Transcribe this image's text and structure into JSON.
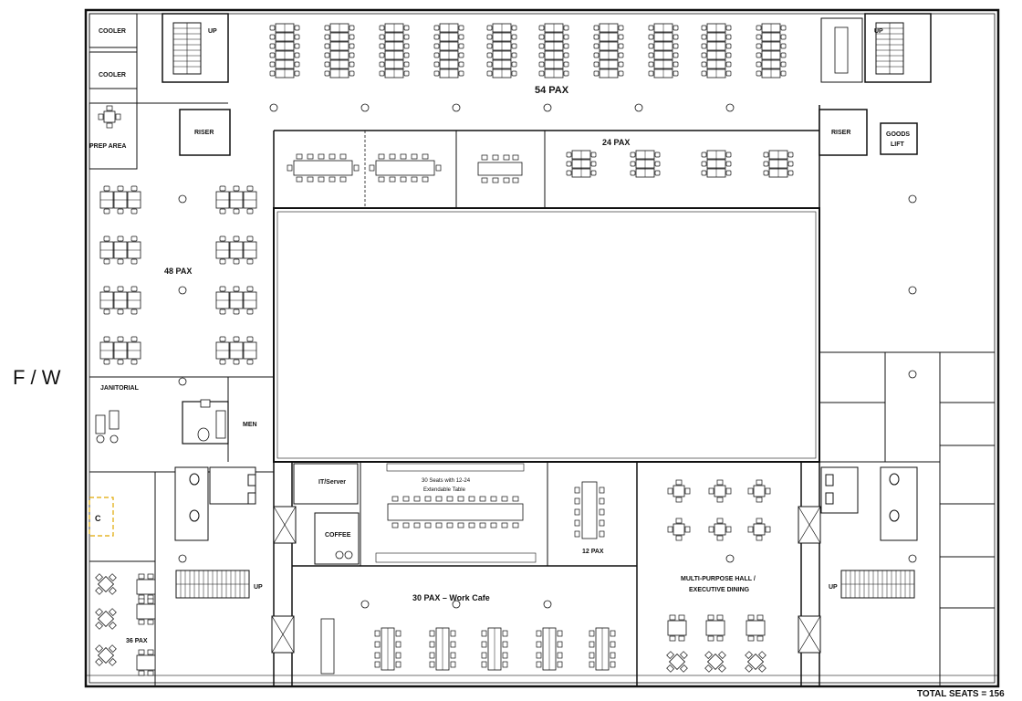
{
  "side_label": "F / W",
  "total_seats": "TOTAL SEATS = 156",
  "rooms": {
    "cooler_1": "COOLER",
    "cooler_2": "COOLER",
    "prep_area": "PREP AREA",
    "riser_left": "RISER",
    "riser_right": "RISER",
    "goods_lift_1": "GOODS",
    "goods_lift_2": "LIFT",
    "janitorial": "JANITORIAL",
    "men": "MEN",
    "c_room": "C",
    "it_server": "IT/Server",
    "coffee": "COFFEE",
    "stair_up_tl": "UP",
    "stair_up_tr": "UP",
    "stair_up_bl": "UP",
    "stair_up_br": "UP"
  },
  "zones": {
    "pax_54": "54 PAX",
    "pax_24": "24 PAX",
    "pax_48": "48 PAX",
    "pax_36": "36 PAX",
    "pax_12": "12 PAX",
    "work_cafe": "30 PAX – Work Cafe",
    "conference_1": "30 Seats with 12-24",
    "conference_2": "Extendable Table",
    "multi_purpose_1": "MULTI-PURPOSE HALL /",
    "multi_purpose_2": "EXECUTIVE DINING"
  },
  "colors": {
    "wall": "#111111",
    "c_room_outline": "#e0a800"
  }
}
